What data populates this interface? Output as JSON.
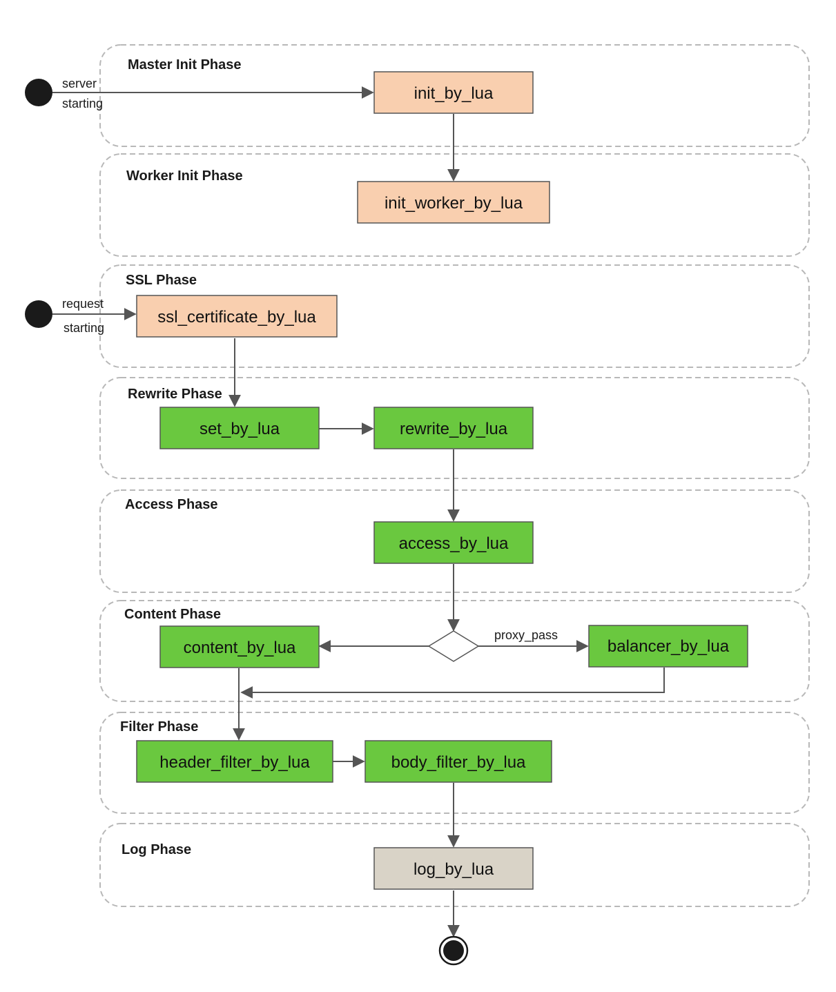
{
  "phases": {
    "master_init": "Master Init Phase",
    "worker_init": "Worker Init Phase",
    "ssl": "SSL Phase",
    "rewrite": "Rewrite Phase",
    "access": "Access Phase",
    "content": "Content Phase",
    "filter": "Filter Phase",
    "log": "Log Phase"
  },
  "nodes": {
    "init_by_lua": "init_by_lua",
    "init_worker_by_lua": "init_worker_by_lua",
    "ssl_certificate_by_lua": "ssl_certificate_by_lua",
    "set_by_lua": "set_by_lua",
    "rewrite_by_lua": "rewrite_by_lua",
    "access_by_lua": "access_by_lua",
    "content_by_lua": "content_by_lua",
    "balancer_by_lua": "balancer_by_lua",
    "header_filter_by_lua": "header_filter_by_lua",
    "body_filter_by_lua": "body_filter_by_lua",
    "log_by_lua": "log_by_lua"
  },
  "edge_labels": {
    "server": "server",
    "server_starting": "starting",
    "request": "request",
    "request_starting": "starting",
    "proxy_pass": "proxy_pass"
  },
  "colors": {
    "init_fill": "#f9cfaf",
    "handler_fill": "#6ac83f",
    "log_fill": "#d9d3c7",
    "phase_border": "#b8b8b8",
    "line": "#555555",
    "terminal": "#1a1a1a"
  }
}
